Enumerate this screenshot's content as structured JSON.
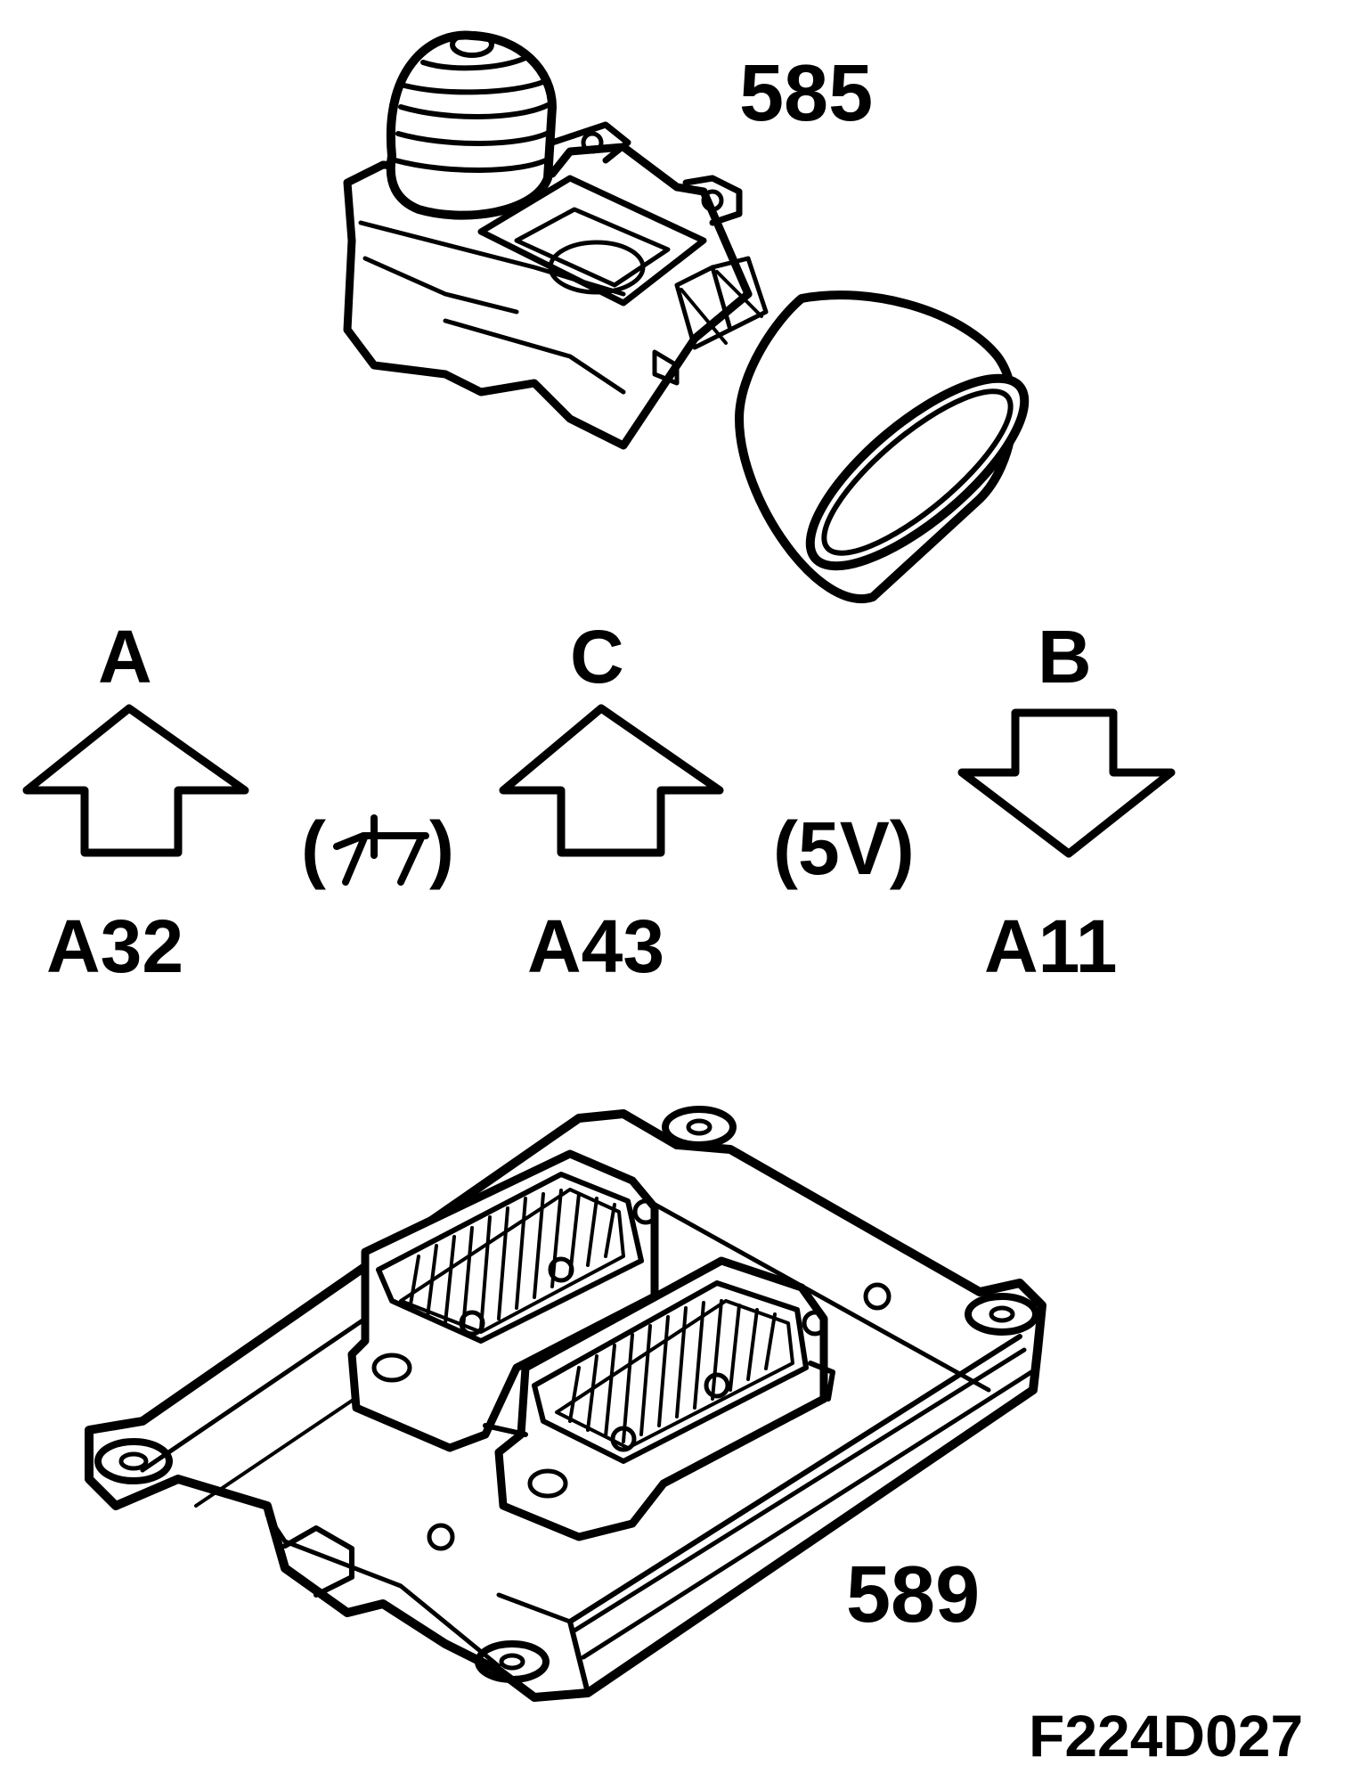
{
  "parts": {
    "sensor_number": "585",
    "module_number": "589"
  },
  "pins": [
    {
      "letter": "A",
      "terminal": "A32",
      "direction": "up"
    },
    {
      "letter": "C",
      "terminal": "A43",
      "direction": "up"
    },
    {
      "letter": "B",
      "terminal": "A11",
      "direction": "down"
    }
  ],
  "signals": {
    "ground_open": "(",
    "ground_close": ")",
    "ground_symbol": "ground-icon",
    "supply": "(5V)"
  },
  "figure_code": "F224D027",
  "colors": {
    "ink": "#000000",
    "paper": "#ffffff"
  }
}
